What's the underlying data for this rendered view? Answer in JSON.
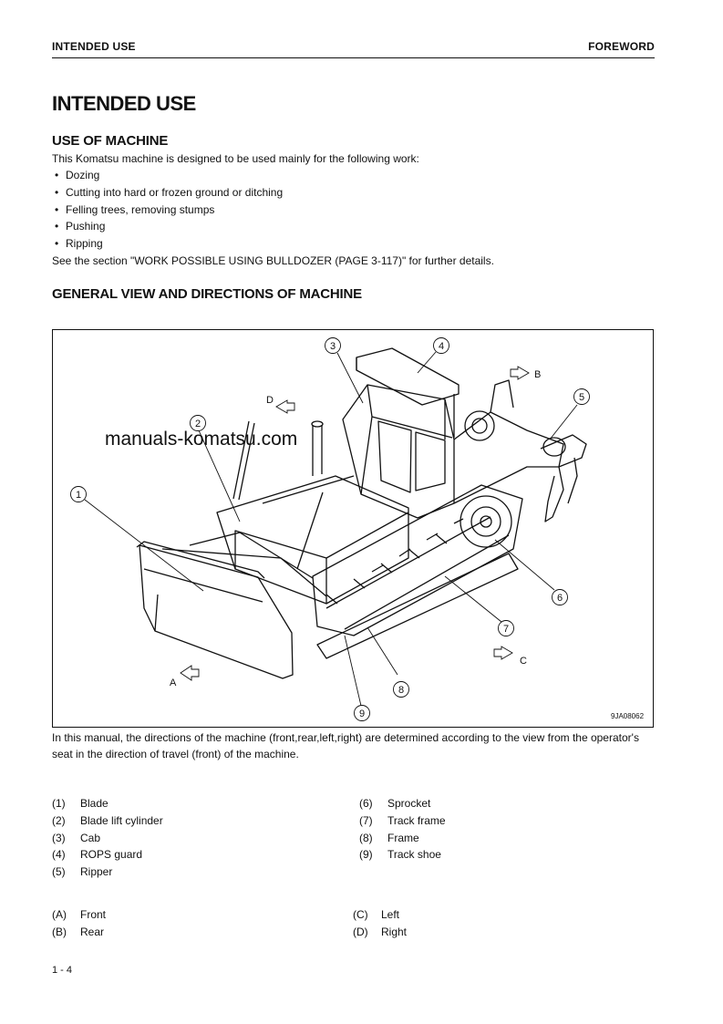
{
  "header": {
    "left": "INTENDED USE",
    "right": "FOREWORD"
  },
  "title": "INTENDED USE",
  "section_use": {
    "heading": "USE OF MACHINE",
    "intro": "This Komatsu machine is designed to be used mainly for the following work:",
    "bullets": [
      "Dozing",
      "Cutting into hard or frozen ground or ditching",
      "Felling trees, removing stumps",
      "Pushing",
      "Ripping"
    ],
    "see_also": "See the section \"WORK POSSIBLE USING BULLDOZER (PAGE 3-117)\" for further details."
  },
  "section_view": {
    "heading": "GENERAL VIEW AND DIRECTIONS OF MACHINE",
    "figure_code": "9JA08062",
    "watermark": "manuals-komatsu.com",
    "callouts": [
      "1",
      "2",
      "3",
      "4",
      "5",
      "6",
      "7",
      "8",
      "9"
    ],
    "direction_labels": [
      "A",
      "B",
      "C",
      "D"
    ],
    "explanation": "In this manual, the directions of the machine (front,rear,left,right) are determined according to the view from the operator's seat in the direction of travel (front) of the machine."
  },
  "parts_left": [
    {
      "num": "(1)",
      "label": "Blade"
    },
    {
      "num": "(2)",
      "label": "Blade lift cylinder"
    },
    {
      "num": "(3)",
      "label": "Cab"
    },
    {
      "num": "(4)",
      "label": "ROPS guard"
    },
    {
      "num": "(5)",
      "label": "Ripper"
    }
  ],
  "parts_right": [
    {
      "num": "(6)",
      "label": "Sprocket"
    },
    {
      "num": "(7)",
      "label": "Track frame"
    },
    {
      "num": "(8)",
      "label": "Frame"
    },
    {
      "num": "(9)",
      "label": "Track shoe"
    }
  ],
  "directions_left": [
    {
      "num": "(A)",
      "label": "Front"
    },
    {
      "num": "(B)",
      "label": "Rear"
    }
  ],
  "directions_right": [
    {
      "num": "(C)",
      "label": "Left"
    },
    {
      "num": "(D)",
      "label": "Right"
    }
  ],
  "page_number": "1 - 4"
}
